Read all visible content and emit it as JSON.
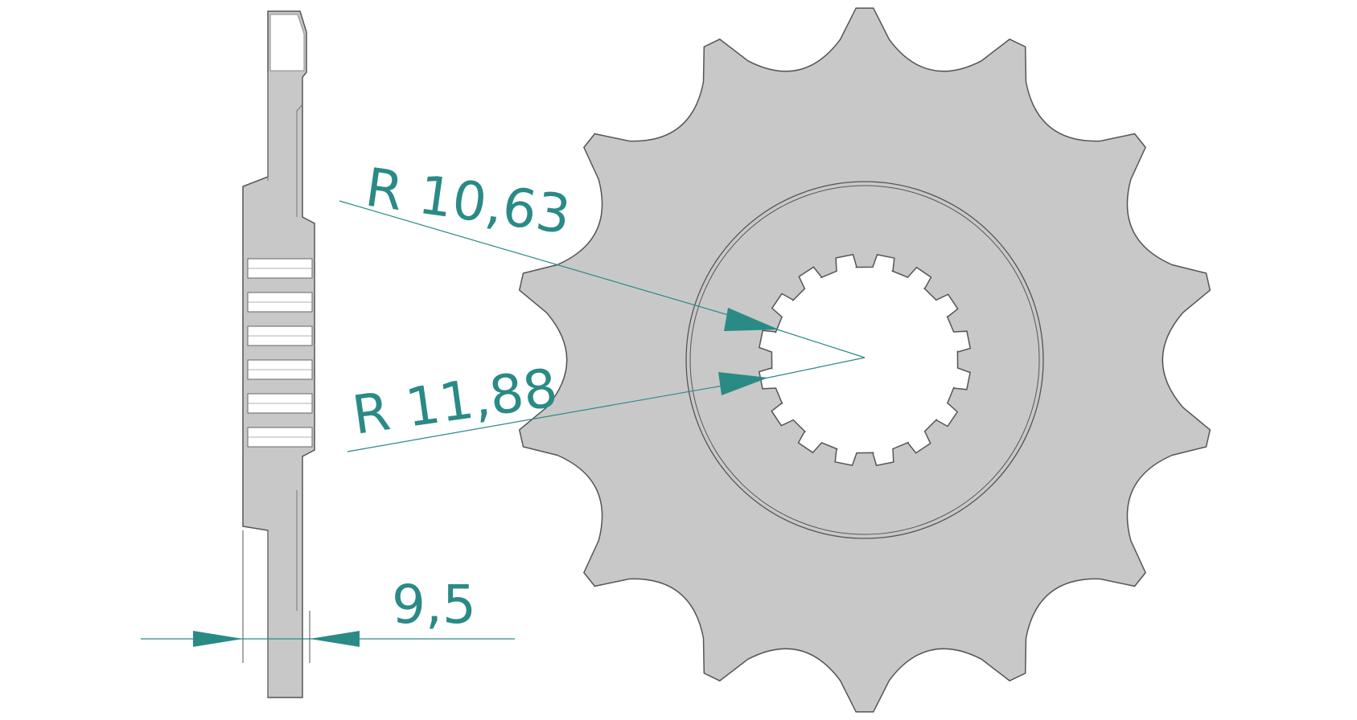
{
  "colors": {
    "part_fill": "#c8c8c8",
    "part_stroke": "#555555",
    "dimension": "#2a8a86",
    "background": "#ffffff"
  },
  "dimensions": {
    "radius_inner": "R 10,63",
    "radius_outer": "R 11,88",
    "thickness": "9,5"
  },
  "sprocket": {
    "teeth": 14,
    "splines": 16
  }
}
